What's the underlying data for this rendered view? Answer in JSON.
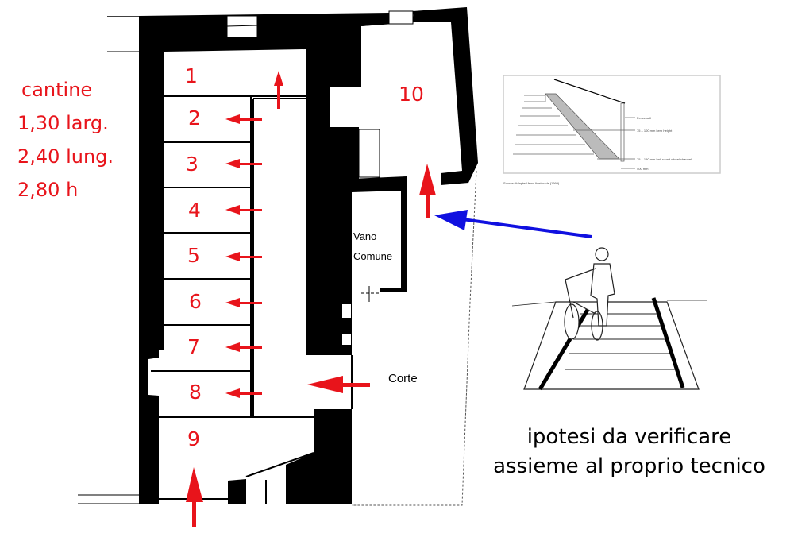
{
  "notes": {
    "title": "cantine",
    "width": "1,30 larg.",
    "length": "2,40 lung.",
    "height": "2,80 h"
  },
  "rooms": [
    "1",
    "2",
    "3",
    "4",
    "5",
    "6",
    "7",
    "8",
    "9",
    "10"
  ],
  "labels": {
    "vano_line1": "Vano",
    "vano_line2": "Comune",
    "corte": "Corte"
  },
  "inset": {
    "fencewall": "Fencewall",
    "kerb": "75 – 100 mm kerb height",
    "channel": "75 – 150 mm half round wheel channel",
    "width": "400 mm",
    "source": "Source: Adapted from Austroads (1999)."
  },
  "caption": {
    "line1": "ipotesi da verificare",
    "line2": "assieme al proprio tecnico"
  },
  "colors": {
    "arrow_red": "#e8141b",
    "arrow_blue": "#1010e0",
    "wall": "#000000"
  }
}
